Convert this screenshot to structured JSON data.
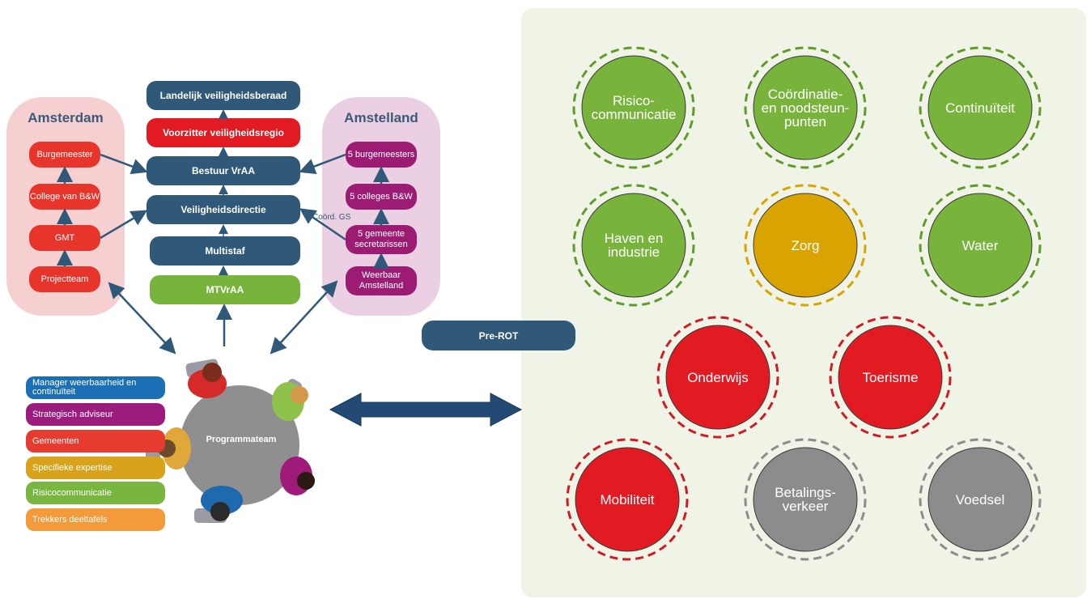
{
  "governance": {
    "national": "Landelijk veiligheidsberaad",
    "chair": "Voorzitter veiligheidsregio",
    "board": "Bestuur VrAA",
    "directorate": "Veiligheidsdirectie",
    "multistaf": "Multistaf",
    "mtv": "MTVrAA"
  },
  "amsterdam": {
    "title": "Amsterdam",
    "items": [
      "Burgemeester",
      "College van B&W",
      "GMT",
      "Projectteam"
    ]
  },
  "amstelland": {
    "title": "Amstelland",
    "items": [
      "5 burgemeesters",
      "5 colleges B&W",
      "5 gemeente secretarissen",
      "Weerbaar Amstelland"
    ],
    "coord_label": "Coörd. GS"
  },
  "pre_rot": "Pre-ROT",
  "team": {
    "label": "Programmateam",
    "legend": [
      {
        "label": "Manager weerbaarheid en continuïteit",
        "color": "#1b6fb5"
      },
      {
        "label": "Strategisch adviseur",
        "color": "#9b1c7c"
      },
      {
        "label": "Gemeenten",
        "color": "#e63c2f"
      },
      {
        "label": "Specifieke expertise",
        "color": "#d9a21b"
      },
      {
        "label": "Risicocommunicatie",
        "color": "#78b640"
      },
      {
        "label": "Trekkers deeltafels",
        "color": "#f39a3b"
      }
    ]
  },
  "themes": [
    {
      "label": "Risico-\ncommunicatie",
      "status": "green"
    },
    {
      "label": "Coördinatie-\nen noodsteun-\npunten",
      "status": "green"
    },
    {
      "label": "Continuïteit",
      "status": "green"
    },
    {
      "label": "Haven en\nindustrie",
      "status": "green"
    },
    {
      "label": "Zorg",
      "status": "amber"
    },
    {
      "label": "Water",
      "status": "green"
    },
    {
      "label": "Onderwijs",
      "status": "red"
    },
    {
      "label": "Toerisme",
      "status": "red"
    },
    {
      "label": "Mobiliteit",
      "status": "red"
    },
    {
      "label": "Betalings-\nverkeer",
      "status": "grey"
    },
    {
      "label": "Voedsel",
      "status": "grey"
    }
  ],
  "colors": {
    "navy": "#2f5879",
    "red": "#e21b23",
    "green": "#78b43c",
    "amber": "#d9a300",
    "grey": "#8c8c8c",
    "amsterdam_bg": "#f6d0d0",
    "amstelland_bg": "#ead0e2",
    "amstelland_pill": "#9c1b73",
    "amsterdam_pill": "#e8352b",
    "panel_bg": "#f0f4e6"
  }
}
